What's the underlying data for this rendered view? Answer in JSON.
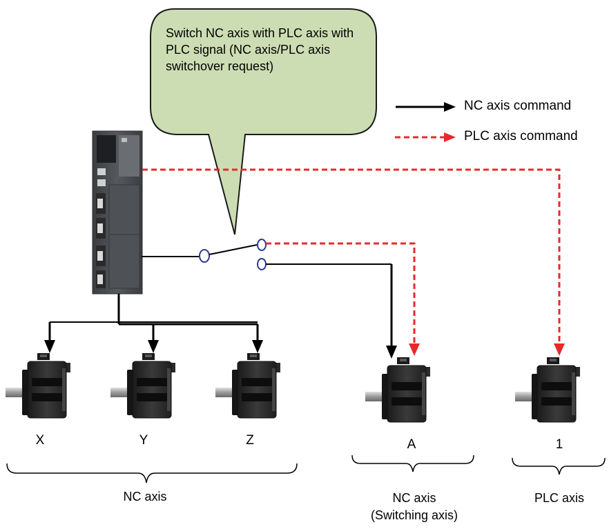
{
  "callout": {
    "text": "Switch NC axis with PLC axis with PLC signal (NC axis/PLC axis switchover request)"
  },
  "legend": {
    "nc_label": "NC axis command",
    "plc_label": "PLC axis command",
    "nc_color": "#000000",
    "plc_color": "#e8282b"
  },
  "axes": {
    "x": "X",
    "y": "Y",
    "z": "Z",
    "a": "A",
    "one": "1"
  },
  "groups": {
    "nc": "NC axis",
    "switching_line1": "NC axis",
    "switching_line2": "(Switching axis)",
    "plc": "PLC axis"
  },
  "colors": {
    "callout_fill": "#cdddb3",
    "callout_stroke": "#1a1a1a",
    "motor_body": "#2b2b2b",
    "controller_body": "#4a4c50",
    "shaft": "#9a9a9a",
    "switch_ring": "#2b3a8c"
  }
}
